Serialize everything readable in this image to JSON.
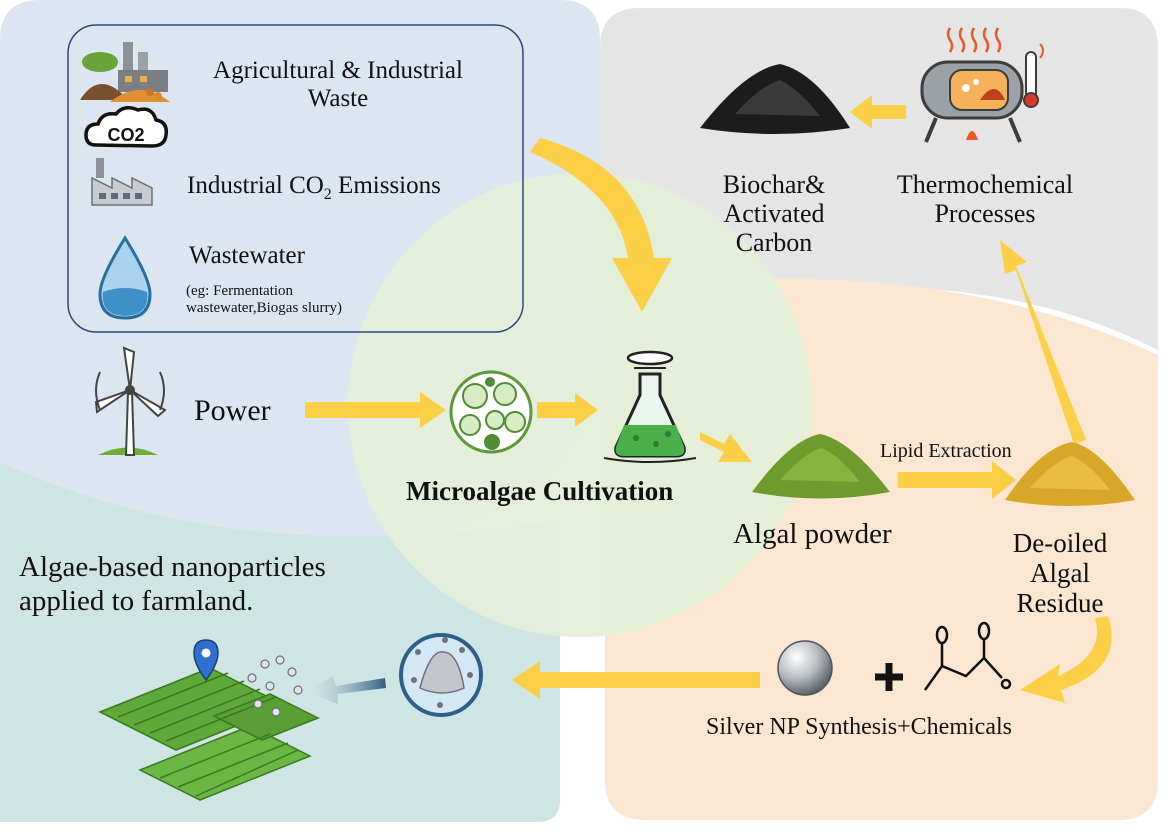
{
  "sources": {
    "waste": "Agricultural & Industrial Waste",
    "co2_prefix": "Industrial CO",
    "co2_sub": "2",
    "co2_suffix": "Emissions",
    "co2_icon_text": "CO2",
    "wastewater": "Wastewater",
    "wastewater_note": "(eg: Fermentation wastewater,Biogas slurry)"
  },
  "power": "Power",
  "cultivation": "Microalgae Cultivation",
  "algal_powder": "Algal powder",
  "lipid_extraction": "Lipid Extraction",
  "residue": "De-oiled Algal Residue",
  "thermo": "Thermochemical Processes",
  "biochar": "Biochar& Activated Carbon",
  "silver": "Silver NP Synthesis+Chemicals",
  "farm_text": "Algae-based nanoparticles applied to farmland.",
  "colors": {
    "blue_region": "#dce6f1",
    "gray_region": "#e5e5e5",
    "orange_region": "#fbe6d1",
    "teal_region": "#cfe5e3",
    "green_circle": "#e3efd8",
    "arrow": "#fbcf46"
  }
}
